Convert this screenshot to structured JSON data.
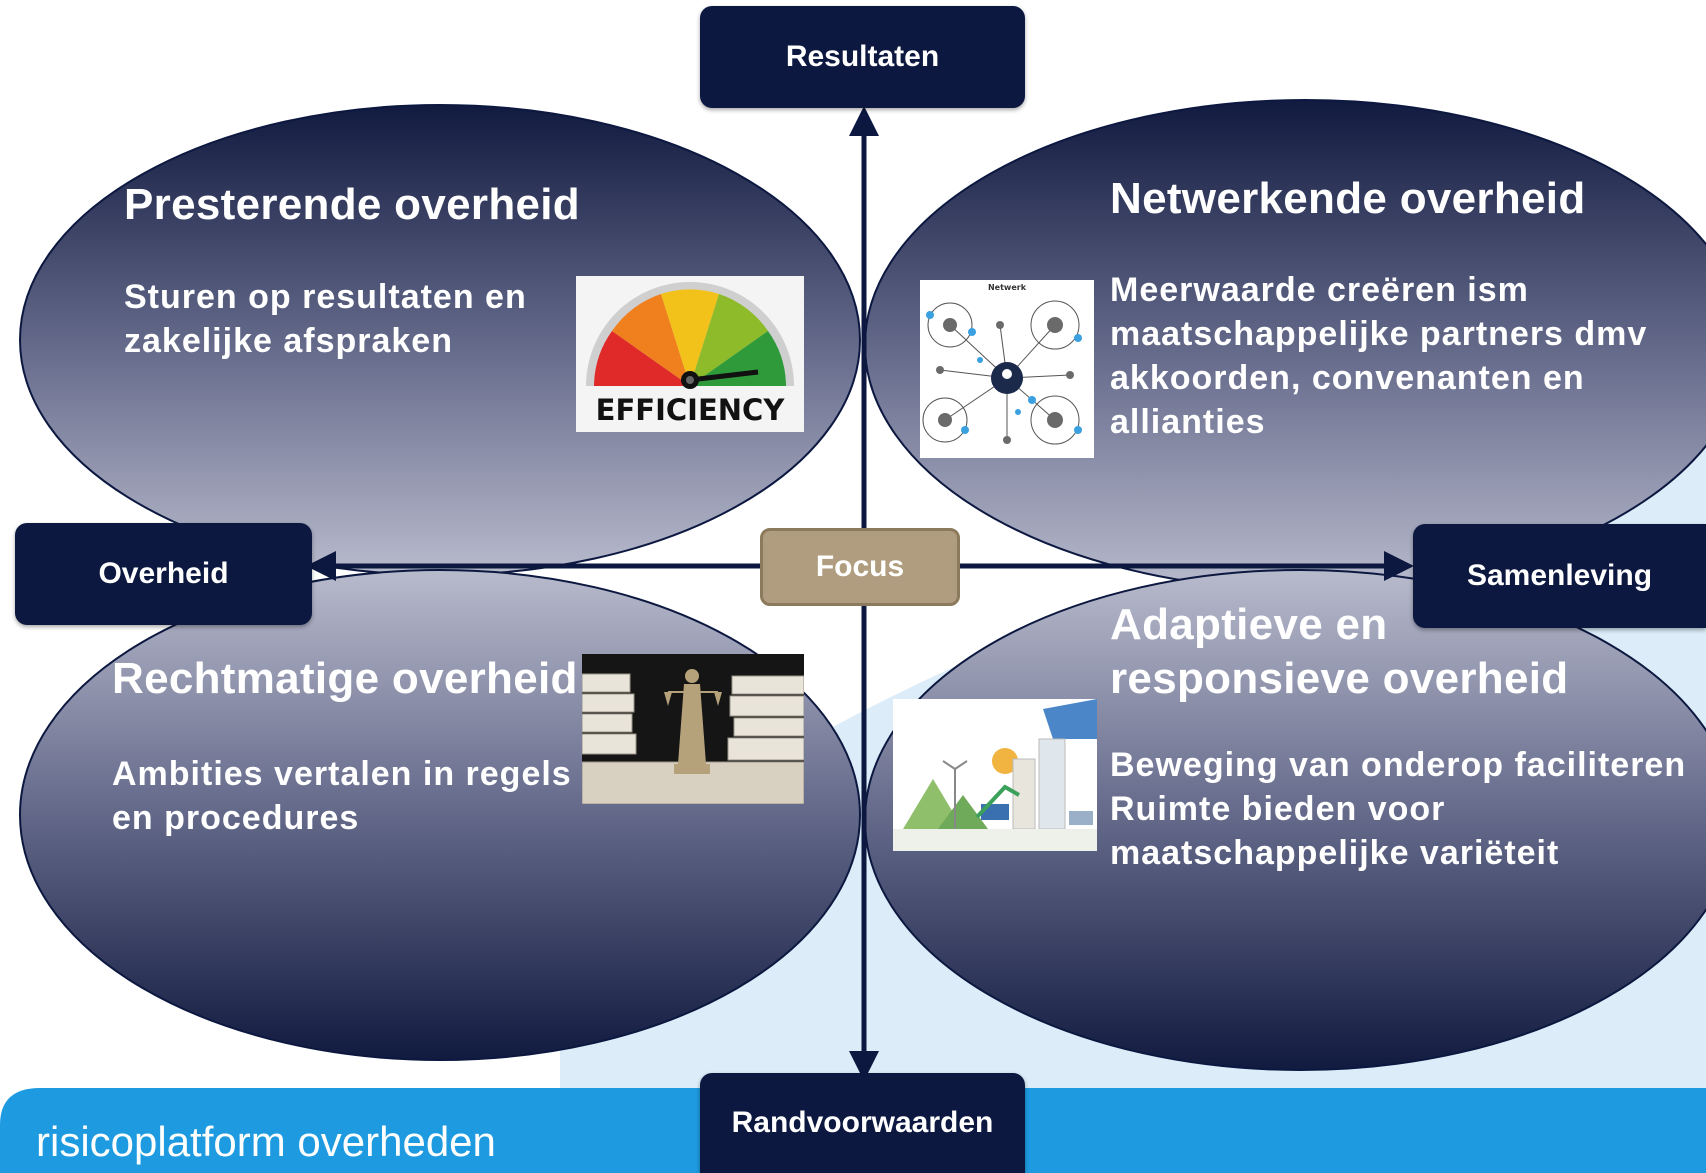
{
  "axes": {
    "top": "Resultaten",
    "bottom": "Randvoorwaarden",
    "left": "Overheid",
    "right": "Samenleving",
    "center": "Focus"
  },
  "quadrants": {
    "top_left": {
      "title": "Presterende overheid",
      "body": "Sturen op resultaten en zakelijke afspraken",
      "image": "efficiency-gauge",
      "gauge_label": "EFFICIENCY"
    },
    "top_right": {
      "title": "Netwerkende overheid",
      "body": "Meerwaarde creëren ism maatschappelijke partners dmv akkoorden, convenanten en allianties",
      "image": "network-diagram",
      "image_caption": "Netwerk"
    },
    "bottom_left": {
      "title": "Rechtmatige overheid",
      "body": "Ambities vertalen in regels en procedures",
      "image": "justice-statue-books"
    },
    "bottom_right": {
      "title_line1": "Adaptieve en",
      "title_line2": "responsieve overheid",
      "body": "Beweging van onderop faciliteren Ruimte bieden voor maatschappelijke variëteit",
      "image": "sustainable-city-investment"
    }
  },
  "footer": {
    "brand": "risicoplatform overheden"
  },
  "colors": {
    "oval_dark": "#111a3f",
    "oval_light": "#b4b7c9",
    "navy_tag": "#0c1840",
    "focus_tag": "#b09d7f",
    "footer_blue": "#1e9be0",
    "background_light_blue": "#dcecf8"
  }
}
